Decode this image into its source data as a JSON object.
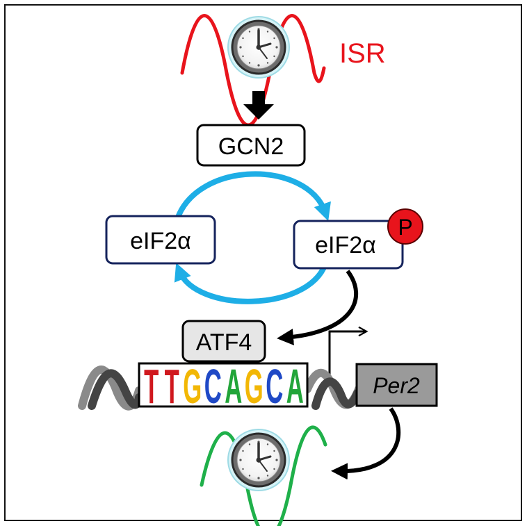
{
  "labels": {
    "isr": "ISR",
    "gcn2": "GCN2",
    "eif2a_left": "eIF2α",
    "eif2a_right": "eIF2α",
    "phospho": "P",
    "atf4": "ATF4",
    "per2": "Per2"
  },
  "motif": {
    "letters": [
      {
        "char": "T",
        "color": "#d0181e"
      },
      {
        "char": "T",
        "color": "#d0181e"
      },
      {
        "char": "G",
        "color": "#f2b705"
      },
      {
        "char": "C",
        "color": "#1f49c6"
      },
      {
        "char": "A",
        "color": "#22a539"
      },
      {
        "char": "G",
        "color": "#f2b705"
      },
      {
        "char": "C",
        "color": "#1f49c6"
      },
      {
        "char": "A",
        "color": "#22a539"
      }
    ]
  },
  "colors": {
    "isr_wave": "#e8141c",
    "output_wave": "#1fb04a",
    "cycle_arrow": "#1eaee6",
    "box_border_navy": "#15235c",
    "phospho_fill": "#e8141c",
    "per2_fill": "#9a9a9a",
    "atf4_fill": "#e6e6e6"
  },
  "icons": [
    "clock-icon",
    "down-arrow-icon",
    "cycle-arrow-icon",
    "transcription-start-arrow-icon",
    "dna-helix-icon"
  ]
}
